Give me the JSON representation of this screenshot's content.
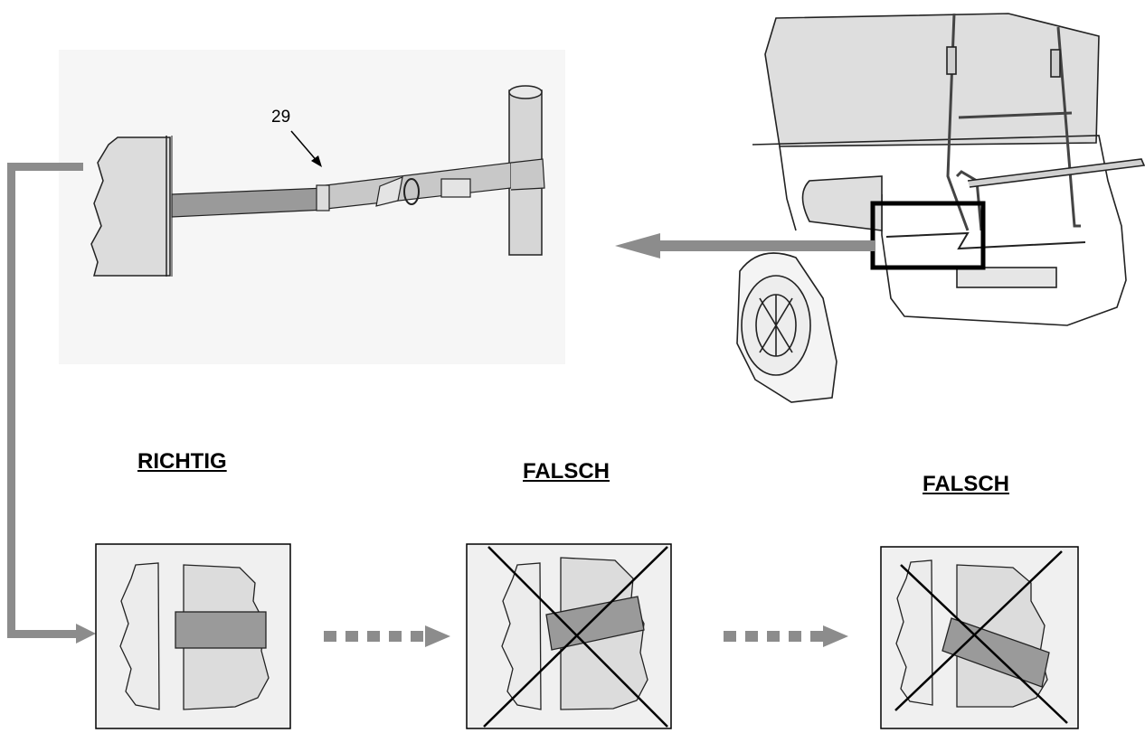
{
  "callout": {
    "part_number": "29"
  },
  "panels": [
    {
      "id": "correct",
      "label": "RICHTIG"
    },
    {
      "id": "wrong-1",
      "label": "FALSCH"
    },
    {
      "id": "wrong-2",
      "label": "FALSCH"
    }
  ],
  "colors": {
    "arrow": "#8c8c8c",
    "strap": "#9a9a9a",
    "panel_bg": "#f0f0f0",
    "door": "#dedede",
    "detail_bg": "#f6f6f6"
  },
  "icons": [
    "connector-arrow",
    "dashed-arrow",
    "cross-mark"
  ]
}
